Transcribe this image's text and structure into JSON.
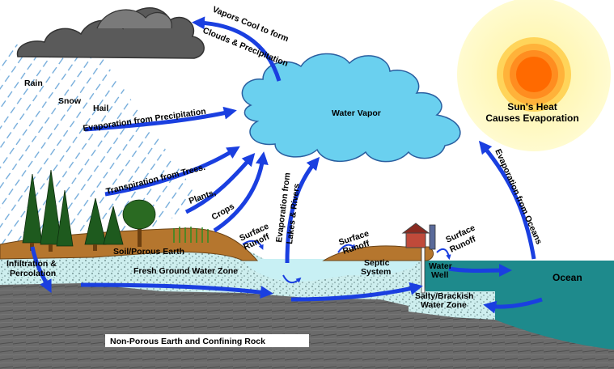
{
  "diagram": {
    "labels": {
      "rain": "Rain",
      "snow": "Snow",
      "hail": "Hail",
      "vapors_line1": "Vapors Cool to form",
      "vapors_line2": "Clouds & Precipitation",
      "water_vapor": "Water Vapor",
      "sun_line1": "Sun's Heat",
      "sun_line2": "Causes Evaporation",
      "evap_precip": "Evaporation from Precipitation",
      "transpiration": "Transpiration from Trees.",
      "plants": "Plants,",
      "crops": "Crops",
      "evap_lakes_line1": "Evaporation from",
      "evap_lakes_line2": "Lakes & Rivers",
      "evap_oceans": "Evaporation from Oceans",
      "surface_runoff_1_line1": "Surface",
      "surface_runoff_1_line2": "Runoff",
      "surface_runoff_2_line1": "Surface",
      "surface_runoff_2_line2": "Runoff",
      "surface_runoff_3_line1": "Surface",
      "surface_runoff_3_line2": "Runoff",
      "soil": "Soil/Porous Earth",
      "infiltration_line1": "Infiltration &",
      "infiltration_line2": "Percolation",
      "fresh_ground_water": "Fresh Ground Water Zone",
      "septic_line1": "Septic",
      "septic_line2": "System",
      "water_well_line1": "Water",
      "water_well_line2": "Well",
      "ocean": "Ocean",
      "salty_line1": "Salty/Brackish",
      "salty_line2": "Water Zone",
      "non_porous": "Non-Porous Earth and Confining Rock"
    },
    "colors": {
      "arrow": "#1a3fe0",
      "vapor_cloud": "#6ad0ef",
      "storm_cloud": "#5a5a5a",
      "rain": "#6aa6d8",
      "soil": "#b5762e",
      "groundwater": "#cdeeee",
      "lake": "#c8f0f4",
      "ocean": "#1e8a8c",
      "rock": "#6b6b6b",
      "sun_core": "#ff6a00",
      "sun_glow": "#fffbd0",
      "tree": "#1e5a1e"
    }
  }
}
